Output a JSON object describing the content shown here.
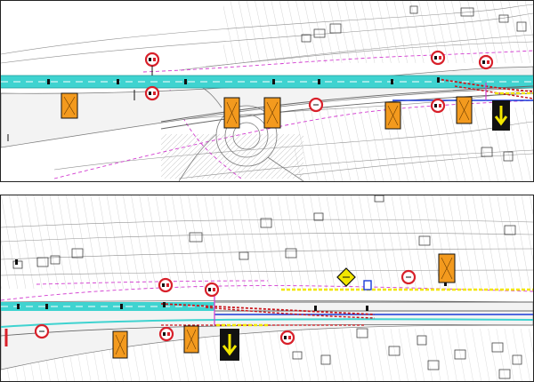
{
  "sheets": [
    {
      "id": "top",
      "road_color": "#3fd3d0",
      "contour_color": "#8a8a8a",
      "boundary_color": "#d23bd0"
    },
    {
      "id": "bottom",
      "road_color": "#3fd3d0",
      "contour_color": "#8a8a8a",
      "boundary_color": "#d23bd0"
    }
  ],
  "colors": {
    "warning_sign": "#f39a1e",
    "arrow_sign_bg": "#111111",
    "arrow": "#f2e600",
    "prohibition_ring": "#d8202a",
    "cone_line": "#c8151b",
    "marker_line": "#f2e600",
    "centerline": "#1a3bd8"
  },
  "signs": [
    {
      "kind": "no-overtaking",
      "icon": "no-overtaking-icon"
    },
    {
      "kind": "speed-limit",
      "icon": "speed-limit-icon"
    },
    {
      "kind": "roadworks",
      "icon": "roadworks-icon"
    },
    {
      "kind": "keep-left-arrow",
      "icon": "arrow-down-left-icon"
    },
    {
      "kind": "warning-diamond",
      "icon": "warning-diamond-icon"
    }
  ]
}
